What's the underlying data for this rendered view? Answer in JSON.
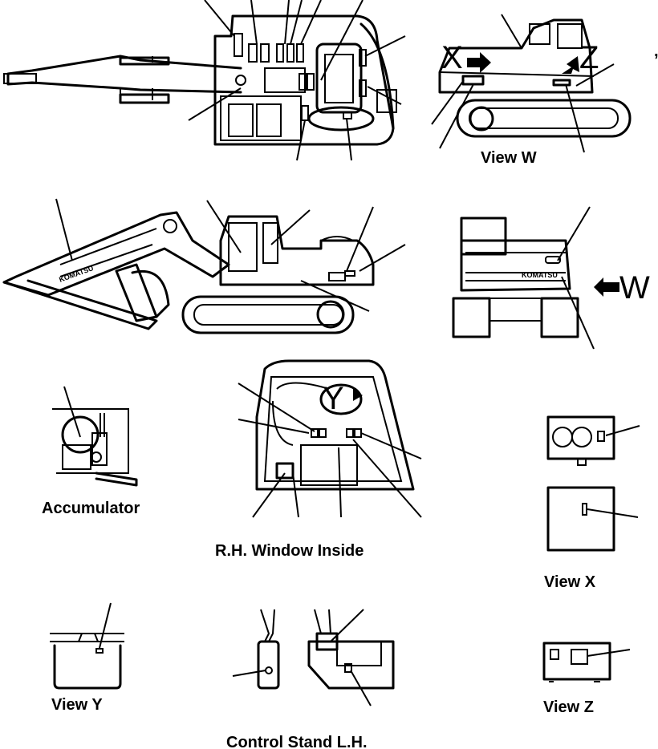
{
  "labels": {
    "view_w": "View  W",
    "accumulator": "Accumulator",
    "rh_window": "R.H.  Window  Inside",
    "view_x": "View  X",
    "view_y": "View  Y",
    "view_z": "View  Z",
    "control_stand": "Control  Stand  L.H."
  },
  "markers": {
    "x": "X",
    "z": "Z",
    "w": "W",
    "y": "Y",
    "apostrophe": ","
  },
  "brand": "KOMATSU",
  "colors": {
    "ink": "#000000",
    "background": "#ffffff"
  }
}
